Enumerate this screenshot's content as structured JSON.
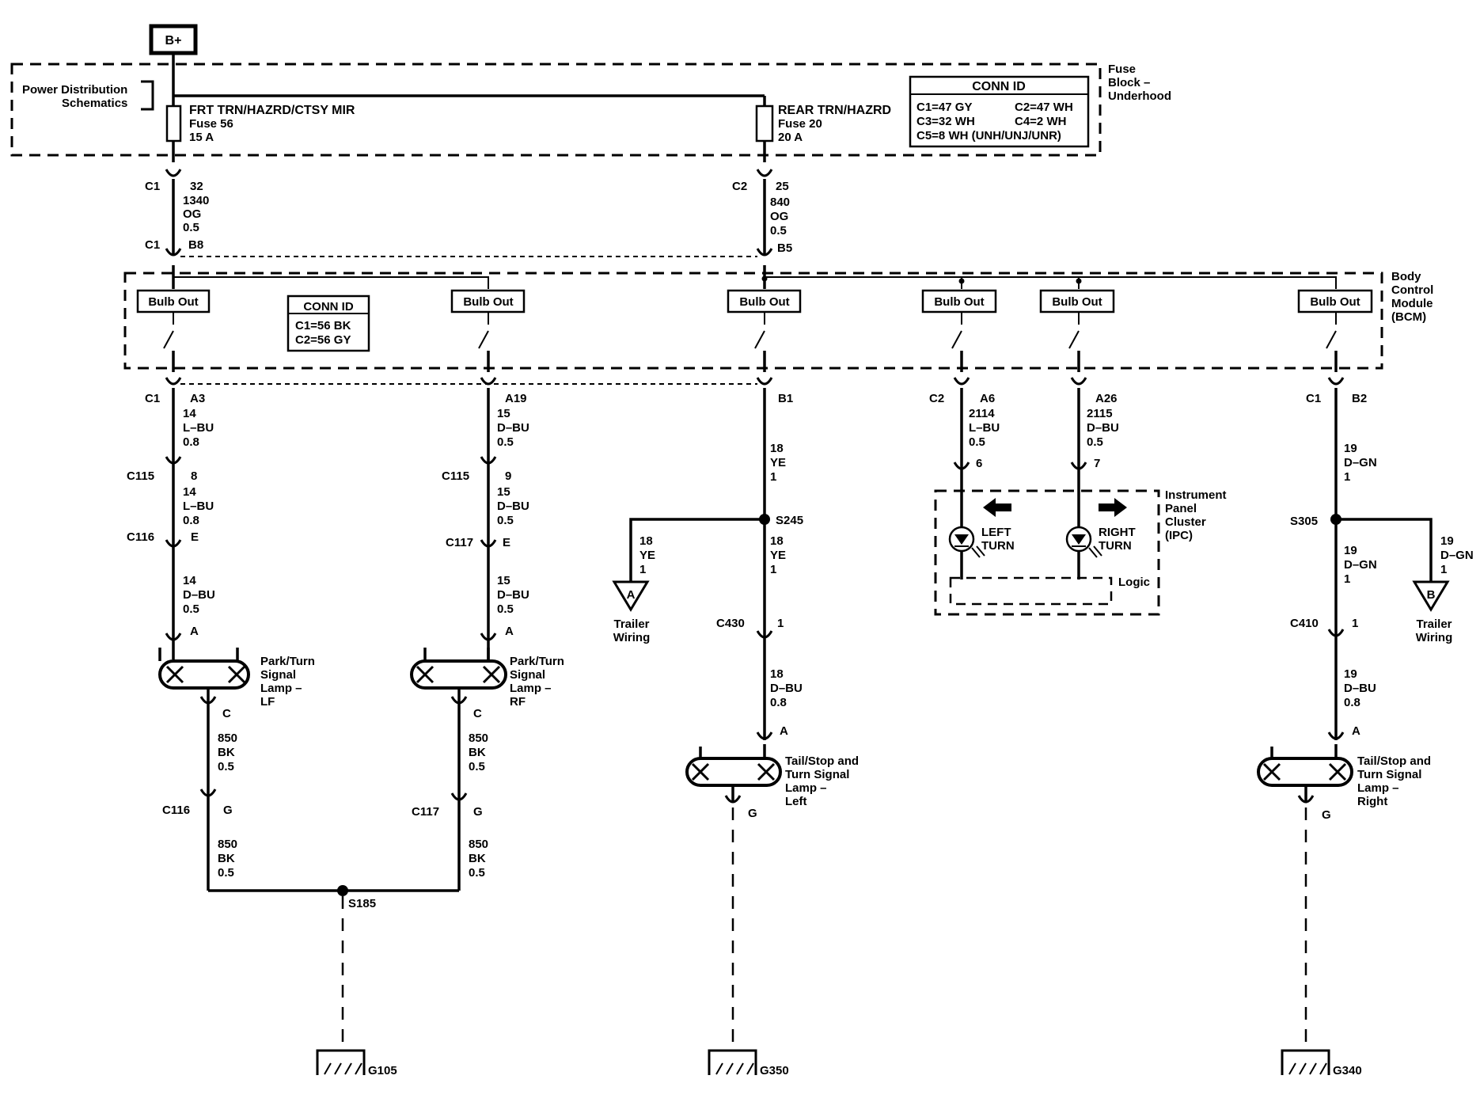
{
  "bplus": "B+",
  "fuse_block": {
    "title_lines": [
      "Fuse",
      "Block –",
      "Underhood"
    ],
    "power_dist_lines": [
      "Power Distribution",
      "Schematics"
    ],
    "fuse_left": {
      "name": "FRT TRN/HAZRD/CTSY MIR",
      "fuse": "Fuse 56",
      "amps": "15 A"
    },
    "fuse_right": {
      "name": "REAR TRN/HAZRD",
      "fuse": "Fuse 20",
      "amps": "20 A"
    },
    "conn_id": {
      "title": "CONN ID",
      "c1": "C1=47 GY",
      "c2": "C2=47 WH",
      "c3": "C3=32 WH",
      "c4": "C4=2 WH",
      "c5": "C5=8 WH (UNH/UNJ/UNR)"
    }
  },
  "fuse_out": {
    "left": {
      "conn": "C1",
      "pin": "32",
      "circuit": "1340",
      "color": "OG",
      "gauge": "0.5"
    },
    "right": {
      "conn": "C2",
      "pin": "25",
      "circuit": "840",
      "color": "OG",
      "gauge": "0.5"
    }
  },
  "bcm_in": {
    "left": {
      "conn": "C1",
      "pin": "B8"
    },
    "right": {
      "pin": "B5"
    }
  },
  "bcm": {
    "title_lines": [
      "Body",
      "Control",
      "Module",
      "(BCM)"
    ],
    "bulb_out": "Bulb Out",
    "conn_id": {
      "title": "CONN ID",
      "c1": "C1=56 BK",
      "c2": "C2=56 GY"
    }
  },
  "bcm_out": {
    "lf": {
      "conn": "C1",
      "pin": "A3",
      "circuit": "14",
      "color": "L–BU",
      "gauge": "0.8"
    },
    "rf": {
      "pin": "A19",
      "circuit": "15",
      "color": "D–BU",
      "gauge": "0.5"
    },
    "lr": {
      "pin": "B1",
      "circuit": "18",
      "color": "YE",
      "gauge": "1"
    },
    "ipc_l": {
      "conn": "C2",
      "pin": "A6",
      "circuit": "2114",
      "color": "L–BU",
      "gauge": "0.5"
    },
    "ipc_r": {
      "pin": "A26",
      "circuit": "2115",
      "color": "D–BU",
      "gauge": "0.5"
    },
    "rr": {
      "conn": "C1",
      "pin": "B2",
      "circuit": "19",
      "color": "D–GN",
      "gauge": "1"
    }
  },
  "lf_branch": {
    "c115": {
      "conn": "C115",
      "pin": "8",
      "circuit": "14",
      "color": "L–BU",
      "gauge": "0.8"
    },
    "c116": {
      "conn": "C116",
      "pin": "E",
      "circuit": "14",
      "color": "D–BU",
      "gauge": "0.5"
    },
    "lamp_pin_a": "A",
    "lamp_lines": [
      "Park/Turn",
      "Signal",
      "Lamp –",
      "LF"
    ],
    "lamp_pin_c": "C",
    "gnd1": {
      "circuit": "850",
      "color": "BK",
      "gauge": "0.5"
    },
    "c116g": {
      "conn": "C116",
      "pin": "G"
    },
    "gnd2": {
      "circuit": "850",
      "color": "BK",
      "gauge": "0.5"
    }
  },
  "rf_branch": {
    "c115": {
      "conn": "C115",
      "pin": "9",
      "circuit": "15",
      "color": "D–BU",
      "gauge": "0.5"
    },
    "c117": {
      "conn": "C117",
      "pin": "E",
      "circuit": "15",
      "color": "D–BU",
      "gauge": "0.5"
    },
    "lamp_pin_a": "A",
    "lamp_lines": [
      "Park/Turn",
      "Signal",
      "Lamp –",
      "RF"
    ],
    "lamp_pin_c": "C",
    "gnd1": {
      "circuit": "850",
      "color": "BK",
      "gauge": "0.5"
    },
    "c117g": {
      "conn": "C117",
      "pin": "G"
    },
    "gnd2": {
      "circuit": "850",
      "color": "BK",
      "gauge": "0.5"
    }
  },
  "splice_s185": "S185",
  "ground_g105": "G105",
  "lr_branch": {
    "splice": "S245",
    "trailer": {
      "circuit": "18",
      "color": "YE",
      "gauge": "1",
      "arrow": "A",
      "label_lines": [
        "Trailer",
        "Wiring"
      ]
    },
    "wire2": {
      "circuit": "18",
      "color": "YE",
      "gauge": "1"
    },
    "c430": {
      "conn": "C430",
      "pin": "1"
    },
    "wire3": {
      "circuit": "18",
      "color": "D–BU",
      "gauge": "0.8"
    },
    "lamp_pin_a": "A",
    "lamp_lines": [
      "Tail/Stop and",
      "Turn Signal",
      "Lamp –",
      "Left"
    ],
    "lamp_pin_g": "G",
    "ground": "G350"
  },
  "ipc": {
    "pin_l": "6",
    "pin_r": "7",
    "title_lines": [
      "Instrument",
      "Panel",
      "Cluster",
      "(IPC)"
    ],
    "left_lines": [
      "LEFT",
      "TURN"
    ],
    "right_lines": [
      "RIGHT",
      "TURN"
    ],
    "logic": "Logic"
  },
  "rr_branch": {
    "splice": "S305",
    "trailer": {
      "circuit": "19",
      "color": "D–GN",
      "gauge": "1",
      "arrow": "B",
      "label_lines": [
        "Trailer",
        "Wiring"
      ]
    },
    "wire2": {
      "circuit": "19",
      "color": "D–GN",
      "gauge": "1"
    },
    "c410": {
      "conn": "C410",
      "pin": "1"
    },
    "wire3": {
      "circuit": "19",
      "color": "D–BU",
      "gauge": "0.8"
    },
    "lamp_pin_a": "A",
    "lamp_lines": [
      "Tail/Stop and",
      "Turn Signal",
      "Lamp –",
      "Right"
    ],
    "lamp_pin_g": "G",
    "ground": "G340"
  }
}
